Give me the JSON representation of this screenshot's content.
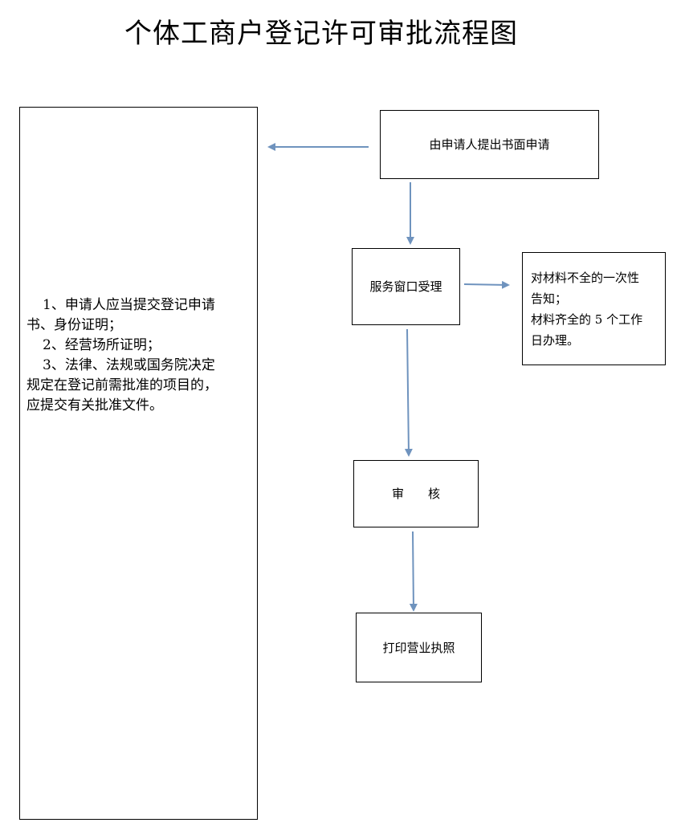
{
  "title": "个体工商户登记许可审批流程图",
  "requirements": {
    "lines": [
      "1、申请人应当提交登记申请",
      "书、身份证明；",
      "2、经营场所证明；",
      "3、法律、法规或国务院决定",
      "规定在登记前需批准的项目的，",
      "应提交有关批准文件。"
    ]
  },
  "steps": {
    "application": "由申请人提出书面申请",
    "window": "服务窗口受理",
    "review": "审　　核",
    "print": "打印营业执照"
  },
  "notice": {
    "line1": "对材料不全的一次性",
    "line2": "告知；",
    "line3": "材料齐全的 5 个工作",
    "line4": "日办理。"
  },
  "colors": {
    "arrow": "#6f93be",
    "border": "#000000"
  }
}
